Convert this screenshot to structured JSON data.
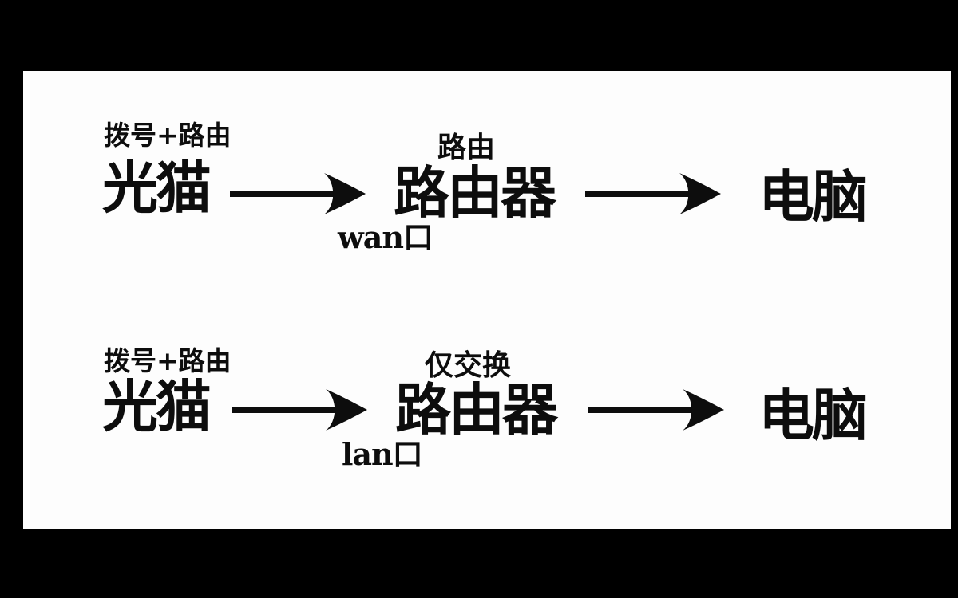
{
  "diagram": {
    "description_colors": {
      "background": "#000000",
      "canvas": "#fdfdfd",
      "ink": "#0d0d0d"
    },
    "rows": [
      {
        "source": {
          "mode_label": "拨号+路由",
          "name": "光猫"
        },
        "link1": {
          "port_label": "wan口"
        },
        "middle": {
          "mode_label": "路由",
          "name": "路由器"
        },
        "target": {
          "name": "电脑"
        }
      },
      {
        "source": {
          "mode_label": "拨号+路由",
          "name": "光猫"
        },
        "link1": {
          "port_label": "lan口"
        },
        "middle": {
          "mode_label": "仅交换",
          "name": "路由器"
        },
        "target": {
          "name": "电脑"
        }
      }
    ]
  }
}
